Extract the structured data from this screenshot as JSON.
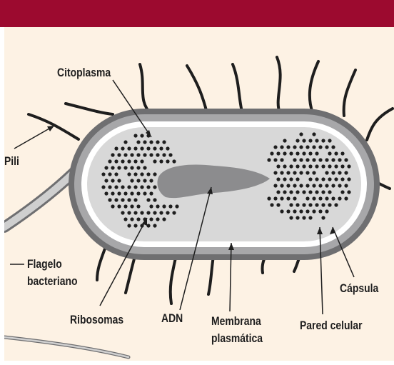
{
  "header": {
    "color": "#9c0a2f"
  },
  "colors": {
    "background": "#fdf2e4",
    "capsule": "#6f6f71",
    "wall": "#a7a7a9",
    "membrane": "#ffffff",
    "cytoplasm": "#d8d8d8",
    "dna": "#8c8c8e",
    "ink": "#1e1e1e"
  },
  "labels": {
    "citoplasma": "Citoplasma",
    "pili": "Pili",
    "flagelo_line1": "Flagelo",
    "flagelo_line2": "bacteriano",
    "ribosomas": "Ribosomas",
    "adn": "ADN",
    "membrana_line1": "Membrana",
    "membrana_line2": "plasmática",
    "pared": "Pared celular",
    "capsula": "Cápsula"
  }
}
